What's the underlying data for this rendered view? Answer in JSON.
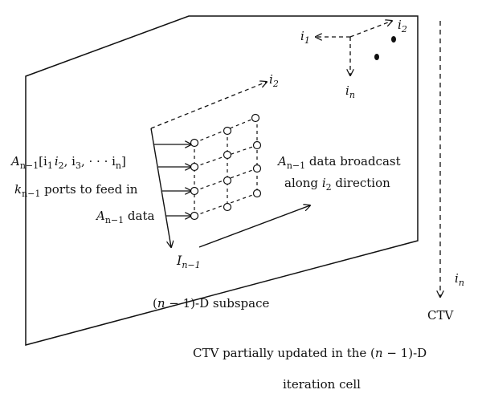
{
  "labels": {
    "axis_i1": "i",
    "axis_i1_sub": "1",
    "axis_i2_top": "i",
    "axis_i2_top_sub": "2",
    "axis_in_top": "i",
    "axis_in_top_sub": "n",
    "axis_i2_grid": "i",
    "axis_i2_grid_sub": "2",
    "input_a_prefix": "A",
    "input_a_sub": "n−1",
    "input_a_index_open": "[i",
    "input_a_index_1": "1",
    "input_a_index_i": "i",
    "input_a_index_2": "2",
    "input_a_index_rest": ", i",
    "input_a_index_3": "3",
    "input_a_index_dots": ", · · · i",
    "input_a_index_n": "n",
    "input_a_index_close": "]",
    "ports_k": "k",
    "ports_sub": "n−1",
    "ports_text": " ports to feed in",
    "data_a": "A",
    "data_a_sub": "n−1",
    "data_text": " data",
    "bcast_a": "A",
    "bcast_a_sub": "n−1",
    "bcast_text1": " data broadcast",
    "bcast_text2": "along ",
    "bcast_i": "i",
    "bcast_i_sub": "2",
    "bcast_text3": " direction",
    "axis_I": "I",
    "axis_I_sub": "n−1",
    "subspace_open": "(",
    "subspace_n": "n",
    "subspace_rest": " − 1)-D subspace",
    "ctv_axis_i": "i",
    "ctv_axis_sub": "n",
    "ctv_label": "CTV",
    "caption_line1_a": "CTV partially updated in the (",
    "caption_line1_n": "n",
    "caption_line1_b": " − 1)-D",
    "caption_line2": "iteration cell"
  }
}
